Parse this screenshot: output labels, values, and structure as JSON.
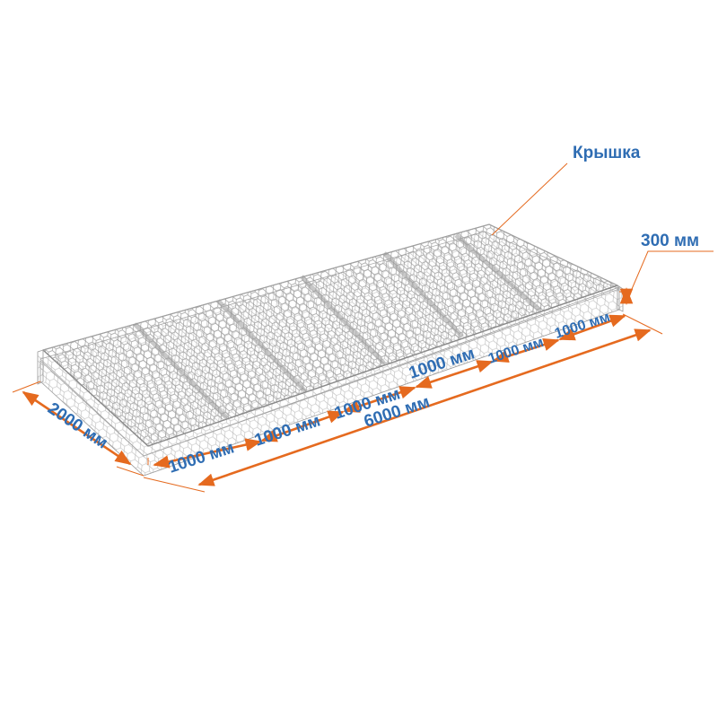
{
  "labels": {
    "lid": "Крышка",
    "height": "300 мм",
    "width": "2000 мм",
    "total_length": "6000 мм",
    "sections": [
      "1000 мм",
      "1000 мм",
      "1000 мм",
      "1000 мм",
      "1000 мм",
      "1000 мм"
    ]
  },
  "colors": {
    "text": "#2f6db3",
    "dimension": "#e56a1f",
    "mesh": "#9a9a9a"
  },
  "icons": {
    "dimension-arrow": "double-headed arrow"
  }
}
